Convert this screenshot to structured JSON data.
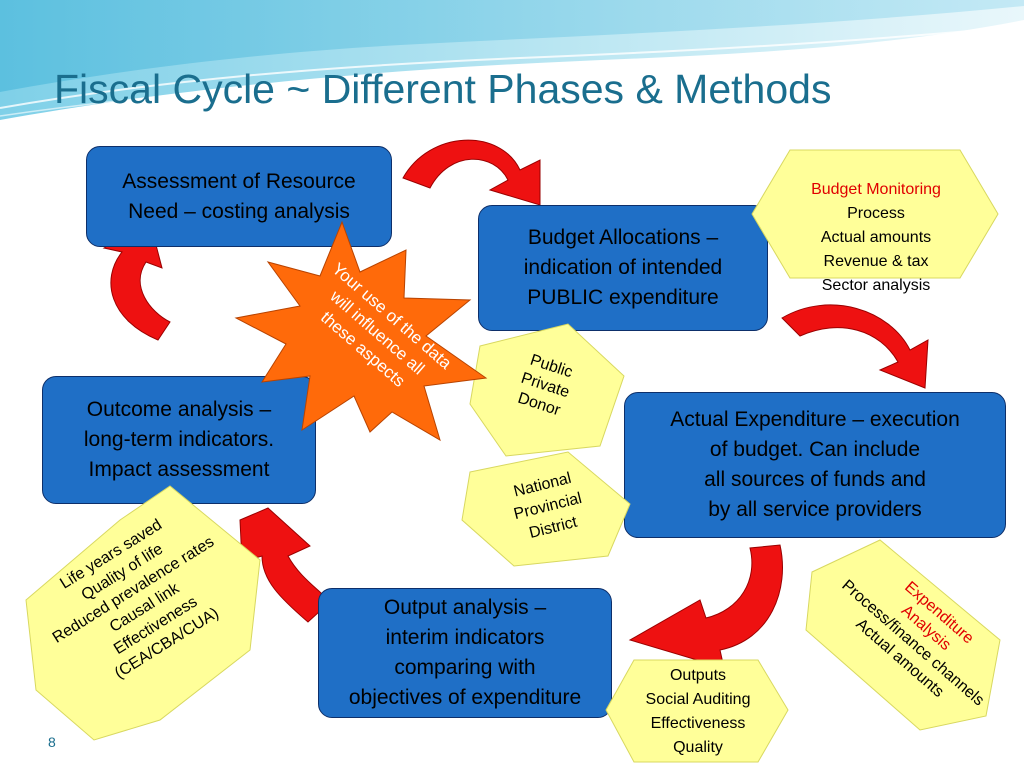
{
  "slide": {
    "title": "Fiscal Cycle ~ Different Phases & Methods",
    "page_number": "8"
  },
  "colors": {
    "box_blue": "#1f6fc6",
    "hexagon_yellow": "#ffff99",
    "arrow_red": "#ee1111",
    "star_orange": "#ff6a0a",
    "title_teal": "#1a6e8e"
  },
  "phases": {
    "assessment": "Assessment of Resource\nNeed – costing analysis",
    "budget_allocations": "Budget Allocations –\nindication of intended\nPUBLIC expenditure",
    "actual_expenditure": "Actual Expenditure – execution\nof budget. Can include\nall sources of funds and\nby all service providers",
    "output_analysis": "Output analysis –\ninterim indicators\ncomparing with\nobjectives of expenditure",
    "outcome_analysis": "Outcome analysis –\nlong-term indicators.\nImpact assessment"
  },
  "methods": {
    "budget_monitoring": {
      "heading": "Budget Monitoring",
      "lines": "Process\nActual amounts\nRevenue & tax\nSector analysis"
    },
    "funding_sources": "Public\nPrivate\nDonor",
    "government_levels": "National\nProvincial\nDistrict",
    "expenditure_analysis": {
      "heading": "Expenditure\nAnalysis",
      "lines": "Process/finance channels\nActual amounts"
    },
    "outputs": "Outputs\nSocial Auditing\nEffectiveness\nQuality",
    "outcomes": "Life years saved\nQuality of life\nReduced prevalence rates\nCausal link\nEffectiveness\n(CEA/CBA/CUA)"
  },
  "callout": {
    "star_text": "Your use of the data\nwill influence all\nthese aspects"
  }
}
